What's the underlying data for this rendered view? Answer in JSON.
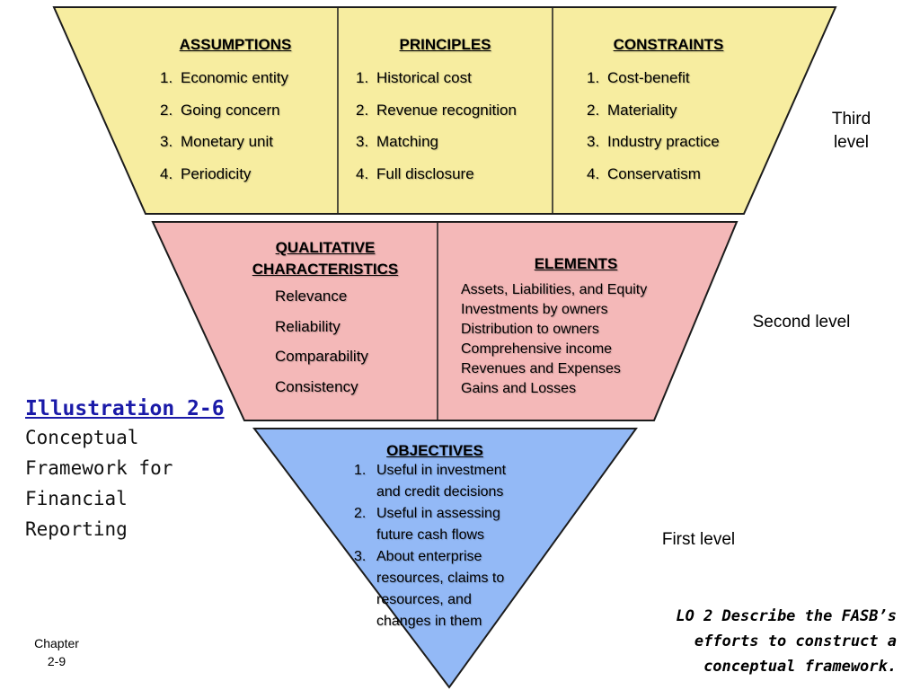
{
  "colors": {
    "third_fill": "#f7eda0",
    "second_fill": "#f4b8b8",
    "first_fill": "#93b9f6",
    "outline": "#1c1c1c",
    "illustration_title": "#1a1aa8"
  },
  "third_level": {
    "assumptions": {
      "header": "ASSUMPTIONS",
      "items": [
        {
          "num": "1.",
          "text": "Economic entity"
        },
        {
          "num": "2.",
          "text": "Going concern"
        },
        {
          "num": "3.",
          "text": "Monetary unit"
        },
        {
          "num": "4.",
          "text": "Periodicity"
        }
      ]
    },
    "principles": {
      "header": "PRINCIPLES",
      "items": [
        {
          "num": "1.",
          "text": "Historical cost"
        },
        {
          "num": "2.",
          "text": "Revenue recognition"
        },
        {
          "num": "3.",
          "text": "Matching"
        },
        {
          "num": "4.",
          "text": "Full disclosure"
        }
      ]
    },
    "constraints": {
      "header": "CONSTRAINTS",
      "items": [
        {
          "num": "1.",
          "text": "Cost-benefit"
        },
        {
          "num": "2.",
          "text": "Materiality"
        },
        {
          "num": "3.",
          "text": "Industry practice"
        },
        {
          "num": "4.",
          "text": "Conservatism"
        }
      ]
    },
    "label_line1": "Third",
    "label_line2": "level"
  },
  "second_level": {
    "qualitative": {
      "header_line1": "QUALITATIVE",
      "header_line2": "CHARACTERISTICS",
      "items": [
        "Relevance",
        "Reliability",
        "Comparability",
        "Consistency"
      ]
    },
    "elements": {
      "header": "ELEMENTS",
      "items": [
        "Assets, Liabilities, and Equity",
        "Investments by owners",
        "Distribution to owners",
        "Comprehensive income",
        "Revenues and Expenses",
        "Gains and Losses"
      ]
    },
    "label": "Second level"
  },
  "first_level": {
    "objectives": {
      "header": "OBJECTIVES",
      "items": [
        {
          "num": "1.",
          "lines": [
            "Useful in investment",
            "and credit decisions"
          ]
        },
        {
          "num": "2.",
          "lines": [
            "Useful in assessing",
            "future cash flows"
          ]
        },
        {
          "num": "3.",
          "lines": [
            "About enterprise",
            "resources, claims to",
            "resources, and",
            "changes in them"
          ]
        }
      ]
    },
    "label": "First level"
  },
  "illustration": {
    "title": "Illustration 2-6",
    "lines": [
      "Conceptual",
      "Framework for",
      "Financial",
      "Reporting"
    ]
  },
  "lo": {
    "lines": [
      "LO 2  Describe the FASB’s",
      "efforts to construct a",
      "conceptual framework."
    ]
  },
  "chapter": {
    "line1": "Chapter",
    "line2": "2-9"
  }
}
